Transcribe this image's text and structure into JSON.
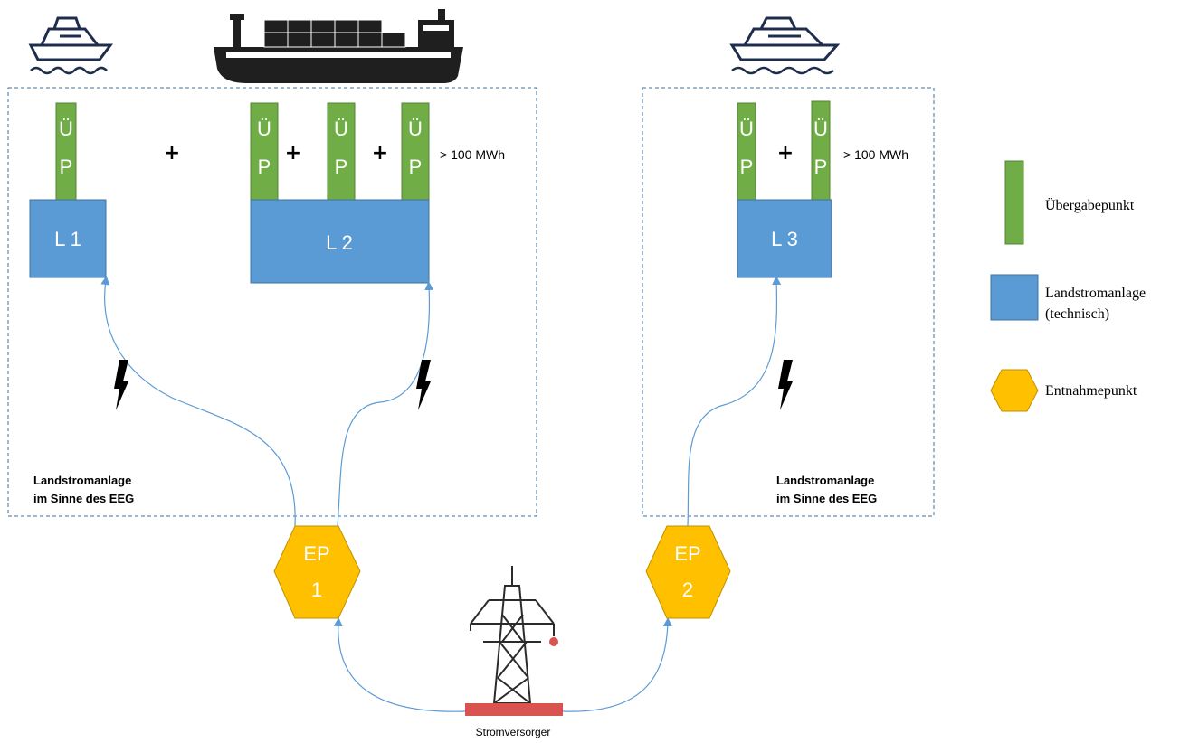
{
  "colors": {
    "ueberpunkt": "#70ad47",
    "ueberpunkt_stroke": "#548235",
    "anlage": "#5b9bd5",
    "anlage_stroke": "#41719c",
    "entnahme": "#ffc000",
    "entnahme_stroke": "#bf9000",
    "arrow": "#5b9bd5",
    "dashed_border": "#41719c",
    "ground": "#d9534f"
  },
  "up": {
    "top": "Ü",
    "bottom": "P"
  },
  "plus": "+",
  "threshold": "> 100 MWh",
  "anlagen": {
    "l1": "L 1",
    "l2": "L 2",
    "l3": "L 3"
  },
  "eeg_label": {
    "line1": "Landstromanlage",
    "line2": "im Sinne des EEG"
  },
  "entnahme": {
    "ep1": {
      "line1": "EP",
      "line2": "1"
    },
    "ep2": {
      "line1": "EP",
      "line2": "2"
    }
  },
  "supplier": "Stromversorger",
  "legend": {
    "ueberpunkt": "Übergabepunkt",
    "anlage_line1": "Landstromanlage",
    "anlage_line2": "(technisch)",
    "entnahme": "Entnahmepunkt"
  },
  "icons": [
    "cruise-ship-icon",
    "container-ship-icon",
    "cruise-ship-icon",
    "lightning-icon",
    "power-pylon-icon"
  ]
}
